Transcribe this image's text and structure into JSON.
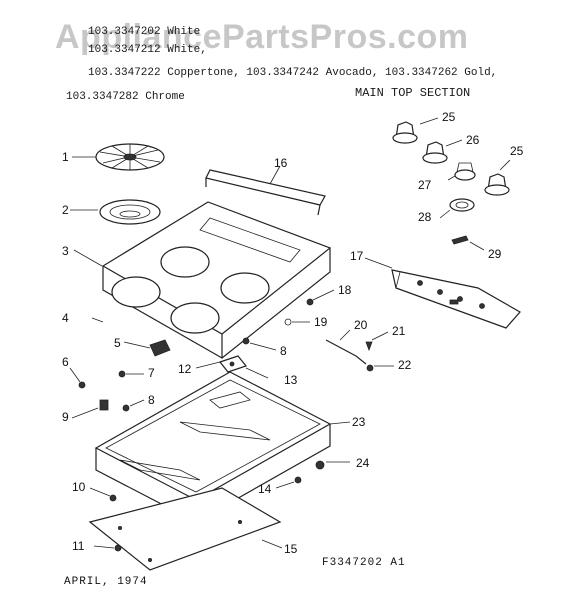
{
  "header": {
    "watermark": "AppliancePartsPros.com",
    "line1": "103.3347202 White",
    "line2": "103.3347212 White,",
    "line3": "103.3347222 Coppertone,  103.3347242 Avocado,  103.3347262 Gold,",
    "line4": "103.3347282 Chrome",
    "section_title": "MAIN TOP SECTION"
  },
  "callouts": [
    "1",
    "2",
    "3",
    "4",
    "5",
    "6",
    "7",
    "8",
    "8",
    "9",
    "10",
    "11",
    "12",
    "13",
    "14",
    "15",
    "16",
    "17",
    "18",
    "19",
    "20",
    "21",
    "22",
    "23",
    "24",
    "25",
    "25",
    "26",
    "27",
    "28",
    "29"
  ],
  "footer": {
    "date": "APRIL,  1974",
    "figure_id": "F3347202 A1"
  }
}
